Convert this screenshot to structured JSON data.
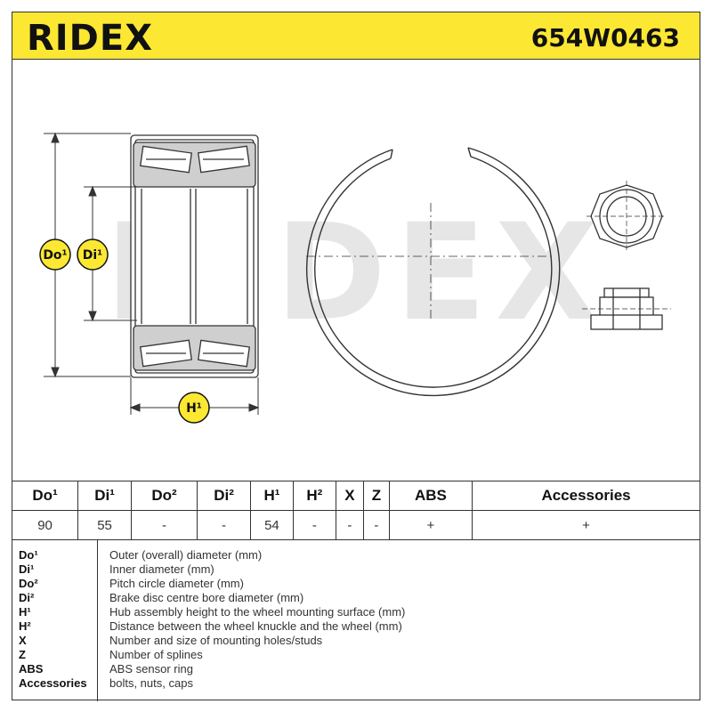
{
  "header": {
    "logo": "RIDEX",
    "part_number": "654W0463"
  },
  "watermark": "RIDEX",
  "diagram_labels": {
    "do": "Do¹",
    "di": "Di¹",
    "h": "H¹"
  },
  "table": {
    "headers": [
      "Do¹",
      "Di¹",
      "Do²",
      "Di²",
      "H¹",
      "H²",
      "X",
      "Z",
      "ABS",
      "Accessories"
    ],
    "values": [
      "90",
      "55",
      "-",
      "-",
      "54",
      "-",
      "-",
      "-",
      "+",
      "+"
    ]
  },
  "legend": [
    {
      "key": "Do¹",
      "value": "Outer (overall) diameter (mm)"
    },
    {
      "key": "Di¹",
      "value": "Inner diameter (mm)"
    },
    {
      "key": "Do²",
      "value": "Pitch circle diameter (mm)"
    },
    {
      "key": "Di²",
      "value": "Brake disc centre bore diameter (mm)"
    },
    {
      "key": "H¹",
      "value": "Hub assembly height to the wheel mounting surface (mm)"
    },
    {
      "key": "H²",
      "value": "Distance between the wheel knuckle and the wheel (mm)"
    },
    {
      "key": "X",
      "value": "Number and size of mounting holes/studs"
    },
    {
      "key": "Z",
      "value": "Number of splines"
    },
    {
      "key": "ABS",
      "value": "ABS sensor ring"
    },
    {
      "key": "Accessories",
      "value": "bolts, nuts, caps"
    }
  ],
  "colors": {
    "accent": "#fce833",
    "line": "#333333"
  }
}
